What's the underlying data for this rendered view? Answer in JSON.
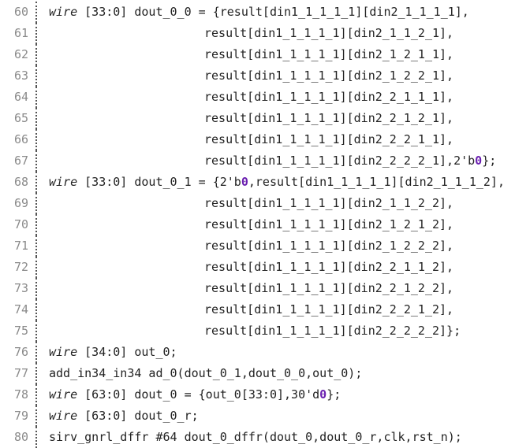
{
  "lines": [
    {
      "no": "60",
      "segs": [
        {
          "t": "wire",
          "k": "kw"
        },
        {
          "t": " [33:0] dout_0_0 = {result[din1_1_1_1_1][din2_1_1_1_1],"
        }
      ]
    },
    {
      "no": "61",
      "segs": [
        {
          "t": "result[din1_1_1_1_1][din2_1_1_2_1],"
        }
      ]
    },
    {
      "no": "62",
      "segs": [
        {
          "t": "result[din1_1_1_1_1][din2_1_2_1_1],"
        }
      ]
    },
    {
      "no": "63",
      "segs": [
        {
          "t": "result[din1_1_1_1_1][din2_1_2_2_1],"
        }
      ]
    },
    {
      "no": "64",
      "segs": [
        {
          "t": "result[din1_1_1_1_1][din2_2_1_1_1],"
        }
      ]
    },
    {
      "no": "65",
      "segs": [
        {
          "t": "result[din1_1_1_1_1][din2_2_1_2_1],"
        }
      ]
    },
    {
      "no": "66",
      "segs": [
        {
          "t": "result[din1_1_1_1_1][din2_2_2_1_1],"
        }
      ]
    },
    {
      "no": "67",
      "segs": [
        {
          "t": "result[din1_1_1_1_1][din2_2_2_2_1],2'b"
        },
        {
          "t": "0",
          "k": "num"
        },
        {
          "t": "};"
        }
      ]
    },
    {
      "no": "68",
      "segs": [
        {
          "t": "wire",
          "k": "kw"
        },
        {
          "t": " [33:0] dout_0_1 = {2'b"
        },
        {
          "t": "0",
          "k": "num"
        },
        {
          "t": ",result[din1_1_1_1_1][din2_1_1_1_2],"
        }
      ]
    },
    {
      "no": "69",
      "segs": [
        {
          "t": "result[din1_1_1_1_1][din2_1_1_2_2],"
        }
      ]
    },
    {
      "no": "70",
      "segs": [
        {
          "t": "result[din1_1_1_1_1][din2_1_2_1_2],"
        }
      ]
    },
    {
      "no": "71",
      "segs": [
        {
          "t": "result[din1_1_1_1_1][din2_1_2_2_2],"
        }
      ]
    },
    {
      "no": "72",
      "segs": [
        {
          "t": "result[din1_1_1_1_1][din2_2_1_1_2],"
        }
      ]
    },
    {
      "no": "73",
      "segs": [
        {
          "t": "result[din1_1_1_1_1][din2_2_1_2_2],"
        }
      ]
    },
    {
      "no": "74",
      "segs": [
        {
          "t": "result[din1_1_1_1_1][din2_2_2_1_2],"
        }
      ]
    },
    {
      "no": "75",
      "segs": [
        {
          "t": "result[din1_1_1_1_1][din2_2_2_2_2]};"
        }
      ]
    },
    {
      "no": "76",
      "segs": [
        {
          "t": "wire",
          "k": "kw"
        },
        {
          "t": " [34:0] out_0;"
        }
      ]
    },
    {
      "no": "77",
      "segs": [
        {
          "t": "add_in34_in34 ad_0(dout_0_1,dout_0_0,out_0);"
        }
      ]
    },
    {
      "no": "78",
      "segs": [
        {
          "t": "wire",
          "k": "kw"
        },
        {
          "t": " [63:0] dout_0 = {out_0[33:0],30'd"
        },
        {
          "t": "0",
          "k": "num"
        },
        {
          "t": "};"
        }
      ]
    },
    {
      "no": "79",
      "segs": [
        {
          "t": "wire",
          "k": "kw"
        },
        {
          "t": " [63:0] dout_0_r;"
        }
      ]
    },
    {
      "no": "80",
      "segs": [
        {
          "t": "sirv_gnrl_dffr #64 dout_0_dffr(dout_0,dout_0_r,clk,rst_n);"
        }
      ]
    }
  ]
}
